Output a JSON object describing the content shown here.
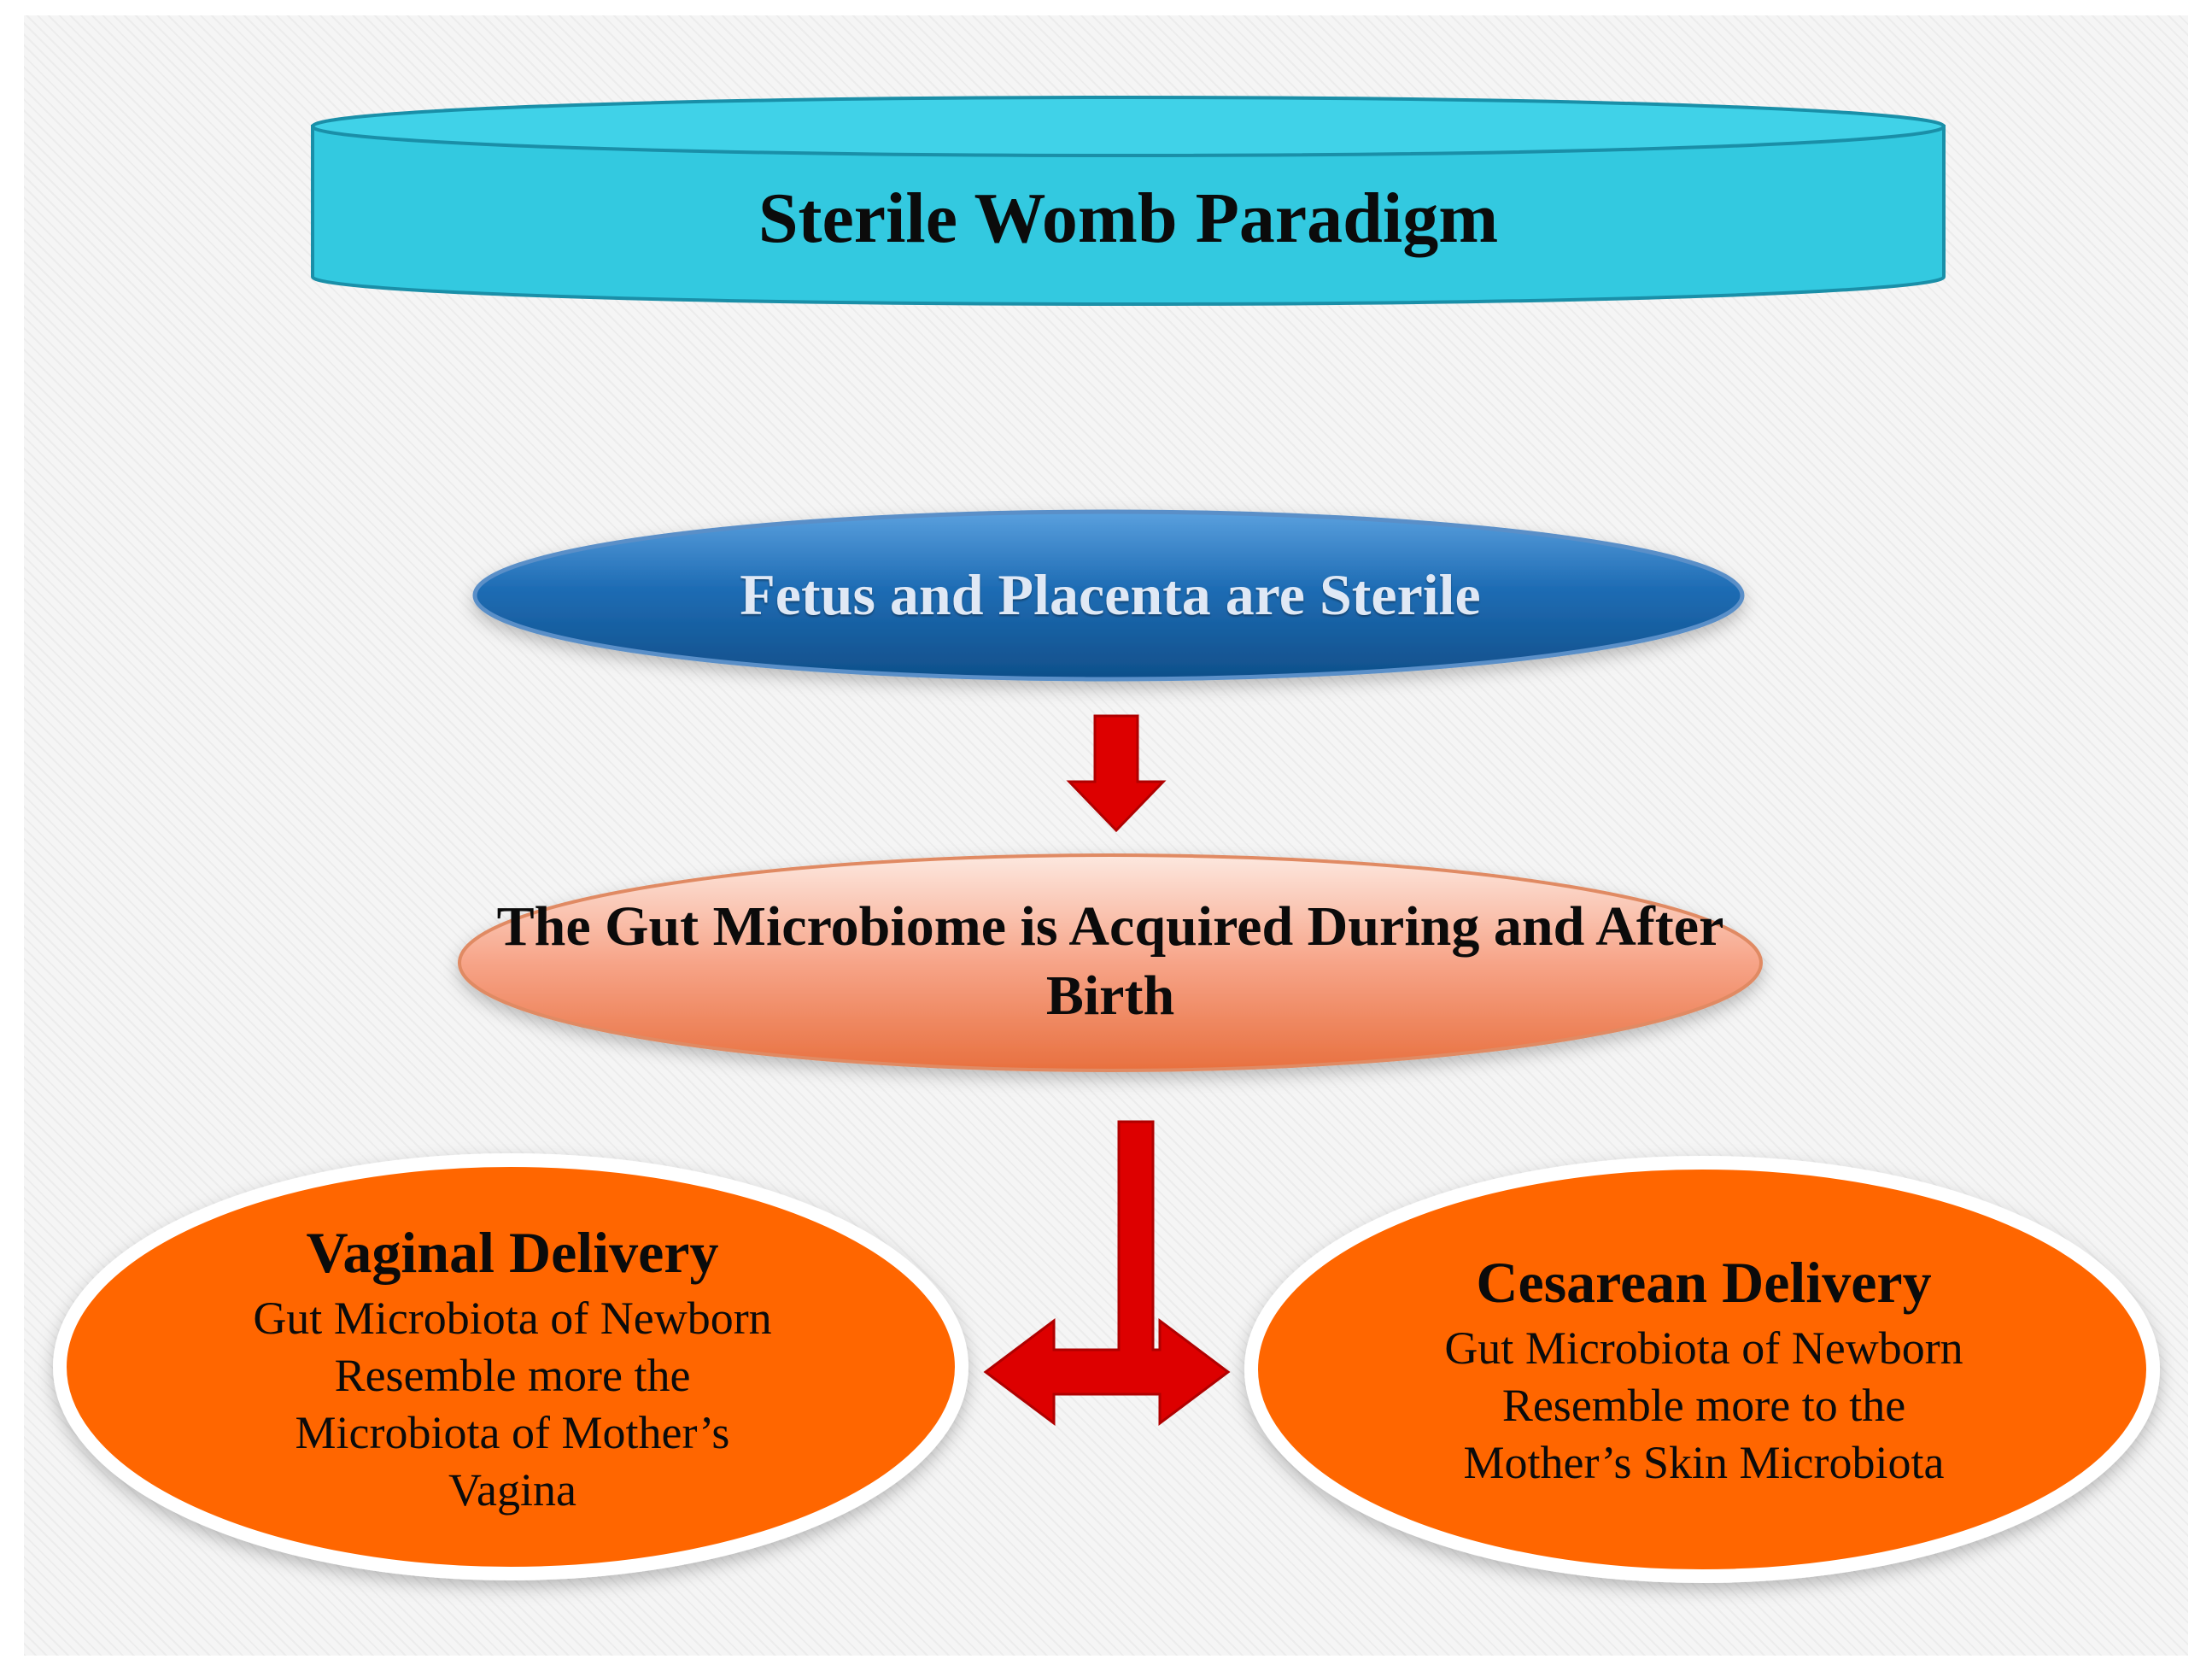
{
  "diagram": {
    "title": "Sterile Womb Paradigm",
    "premise": "Fetus and Placenta are Sterile",
    "consequence": "The Gut Microbiome is Acquired During and After Birth",
    "branches": [
      {
        "heading": "Vaginal Delivery",
        "description": "Gut Microbiota  of Newborn\nResemble  more the\nMicrobiota  of Mother’s\nVagina"
      },
      {
        "heading": "Cesarean Delivery",
        "description": "Gut Microbiota  of Newborn\nResemble  more to the\nMother’s  Skin  Microbiota"
      }
    ]
  },
  "colors": {
    "title_fill": "#33c9e0",
    "premise_fill": "#1f6db5",
    "consequence_fill": "#f7a488",
    "branch_fill": "#ff6600",
    "arrow_fill": "#dd0000"
  }
}
